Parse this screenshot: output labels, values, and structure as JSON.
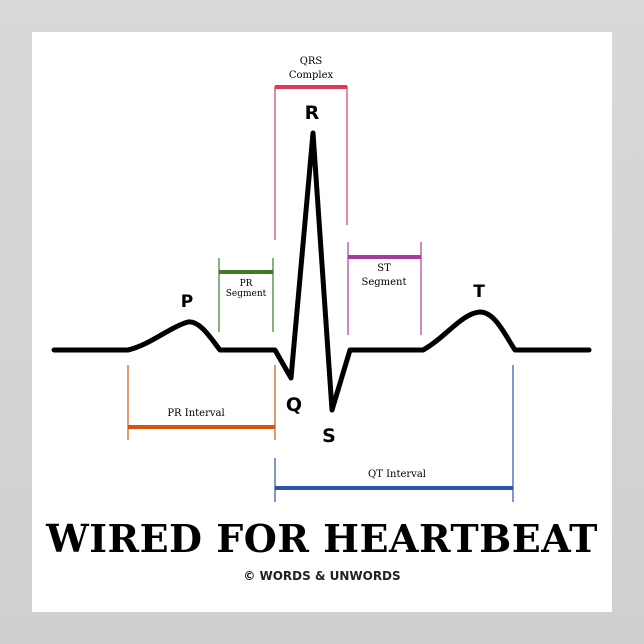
{
  "diagram": {
    "waves": {
      "p": "P",
      "q": "Q",
      "r": "R",
      "s": "S",
      "t": "T"
    },
    "intervals": {
      "qrs_complex": {
        "line1": "QRS",
        "line2": "Complex",
        "color": "#e03a5a"
      },
      "pr_segment": {
        "line1": "PR",
        "line2": "Segment",
        "color": "#3e7a2a"
      },
      "st_segment": {
        "line1": "ST",
        "line2": "Segment",
        "color": "#a63c9a"
      },
      "pr_interval": {
        "label": "PR Interval",
        "color": "#d2560f"
      },
      "qt_interval": {
        "label": "QT Interval",
        "color": "#2a54a8"
      }
    },
    "trace_color": "#000000"
  },
  "poster": {
    "title": "WIRED FOR HEARTBEAT",
    "copyright": "© WORDS & UNWORDS"
  }
}
